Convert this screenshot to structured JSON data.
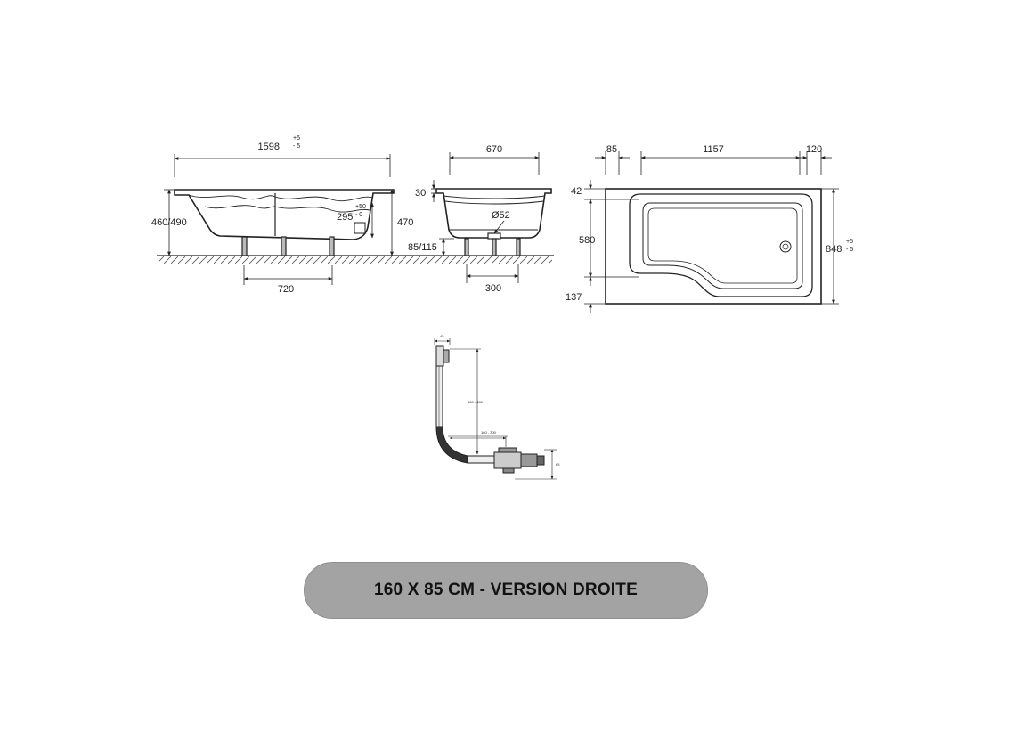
{
  "side_view": {
    "length": "1598",
    "length_tol_plus": "+5",
    "length_tol_minus": "- 5",
    "height_total": "460/490",
    "rim_height": "470",
    "outlet_height": "295",
    "outlet_tol_plus": "+50",
    "outlet_tol_minus": "- 0",
    "leg_spacing": "720"
  },
  "end_view": {
    "width": "670",
    "rim_thickness": "30",
    "outlet_diameter": "Ø52",
    "leg_height": "85/115",
    "leg_spacing": "300"
  },
  "top_view": {
    "left_margin": "85",
    "inner_length": "1157",
    "right_margin": "120",
    "top_margin": "42",
    "inner_width": "580",
    "bottom_margin": "137",
    "width": "848",
    "width_tol_plus": "+5",
    "width_tol_minus": "- 5"
  },
  "waste_kit": {
    "top_width": "45",
    "vertical_range": "380 - 480",
    "horizontal_range": "160 - 300",
    "outlet_height": "65"
  },
  "banner": {
    "label": "160 X 85 CM - VERSION DROITE",
    "background": "#a3a3a3"
  }
}
